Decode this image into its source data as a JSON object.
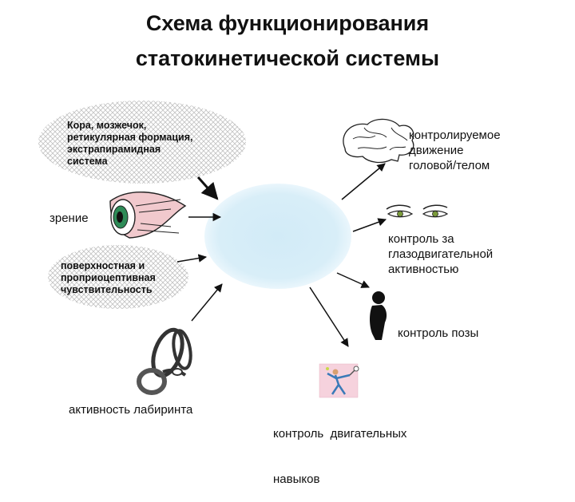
{
  "title": {
    "line1": "Схема функционирования",
    "line2": "статокинетической системы"
  },
  "inputs": {
    "cortex": [
      "Кора, мозжечок,",
      "ретикулярная формация,",
      "экстрапирамидная",
      "система"
    ],
    "vision": "зрение",
    "proprioception": [
      "поверхностная и",
      "проприоцептивная",
      "чувствительность"
    ],
    "labyrinth": "активность лабиринта"
  },
  "center": {
    "line1": "",
    "line2": ""
  },
  "outputs": {
    "movement": [
      "контролируемое",
      "движение",
      "головой/телом"
    ],
    "eye_control": [
      "контроль за",
      "глазодвигательной",
      "активностью"
    ],
    "posture": "контроль позы",
    "skills": [
      "контроль  двигательных",
      "навыков"
    ]
  },
  "icons": {
    "brain": "brain-icon",
    "eye": "eye-icon",
    "eyes": "eyes-icon",
    "figure": "standing-figure-icon",
    "labyrinth": "inner-ear-icon",
    "tennis": "tennis-player-icon"
  },
  "colors": {
    "center": "#d2ebf7",
    "hatch": "#bdbdbd",
    "arrow": "#111111"
  }
}
